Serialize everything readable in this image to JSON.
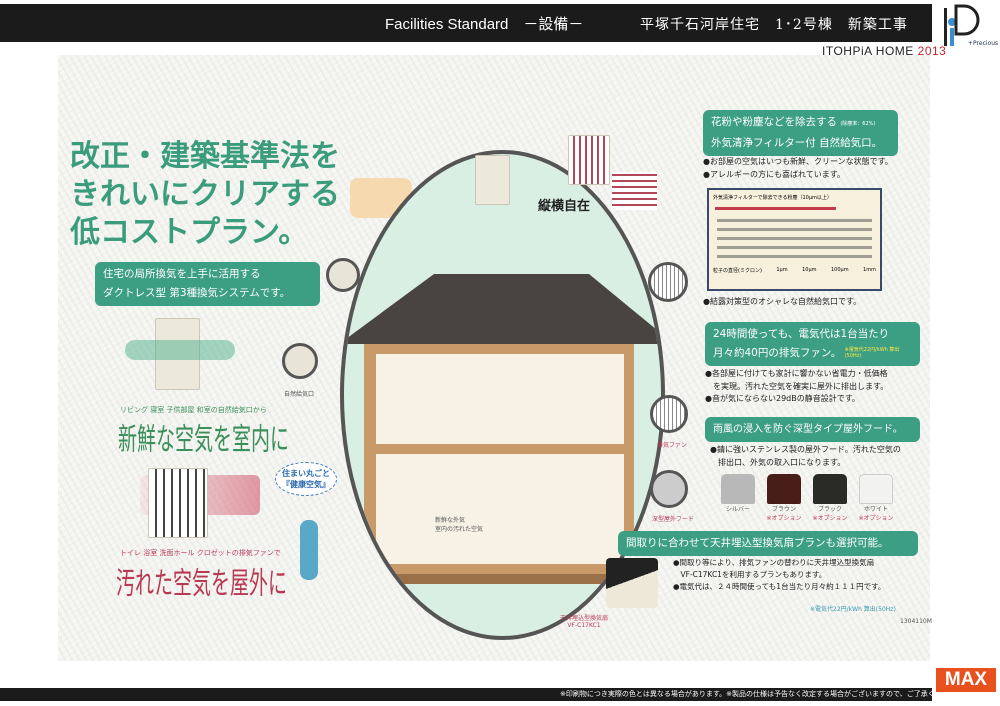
{
  "header": {
    "title": "Facilities Standard　－設備－",
    "project": "平塚千石河岸住宅　1･2号棟　新築工事",
    "brand": "ITOHPiA HOME",
    "year": "2013",
    "logo_text": "+Precious"
  },
  "headline": [
    "改正・建築基準法を",
    "きれいにクリアする",
    "低コストプラン。"
  ],
  "left": {
    "box": [
      "住宅の局所換気を上手に活用する",
      "ダクトレス型 第3種換気システムです。"
    ],
    "supply_tags": [
      "リビング",
      "寝室",
      "子供部屋",
      "和室"
    ],
    "supply_suffix": "の自然給気口から",
    "supply_slogan": "新鮮な空気を室内に",
    "exhaust_tags": [
      "トイレ",
      "浴室",
      "洗面ホール",
      "クロゼット"
    ],
    "exhaust_suffix": "の排気ファンで",
    "exhaust_slogan": "汚れた空気を屋外に",
    "bubble": [
      "住まい丸ごと",
      "『健康空気』"
    ],
    "inlet_label": "自然給気口"
  },
  "center": {
    "tate_yoko": "縦横自在",
    "fan_label": "排気ファン",
    "hood_label": "深型屋外フード",
    "ceiling_label": [
      "天井埋込型換気扇",
      "VF-C17KC1"
    ],
    "legend": [
      "新鮮な外気",
      "室内の汚れた空気"
    ]
  },
  "right": {
    "s1": {
      "title": [
        "花粉や粉塵などを除去する",
        "外気清浄フィルター付 自然給気口。"
      ],
      "note": "(除塵率：62%)",
      "bullets": [
        "●お部屋の空気はいつも新鮮、クリーンな状態です。",
        "●アレルギーの方にも喜ばれています。"
      ],
      "chart_title": "外気清浄フィルターで除去できる粉塵（10μm以上）",
      "axis": [
        "粒子の直径(ミクロン)",
        "1μm",
        "10μm",
        "100μm",
        "1mm"
      ],
      "after": "●結露対策型のオシャレな自然給気口です。"
    },
    "s2": {
      "title": [
        "24時間使っても、電気代は1台当たり",
        "月々約40円の排気ファン。"
      ],
      "note": "※電気代22円/kWh 算出(50Hz)",
      "bullets": [
        "●各部屋に付けても家計に響かない省電力・低価格",
        "　を実現。汚れた空気を確実に屋外に排出します。",
        "●音が気にならない29dBの静音設計です。"
      ]
    },
    "s3": {
      "title": "雨風の浸入を防ぐ深型タイプ屋外フード。",
      "bullets": [
        "●錆に強いステンレス製の屋外フード。汚れた空気の",
        "　排出口、外気の取入口になります。"
      ],
      "colors": [
        {
          "name": "シルバー",
          "option": "",
          "hex": "#b8b8b8"
        },
        {
          "name": "ブラウン",
          "option": "※オプション",
          "hex": "#4a1e18"
        },
        {
          "name": "ブラック",
          "option": "※オプション",
          "hex": "#2a2a26"
        },
        {
          "name": "ホワイト",
          "option": "※オプション",
          "hex": "#f2f2f0"
        }
      ]
    },
    "s4": {
      "title": "間取りに合わせて天井埋込型換気扇プランも選択可能。",
      "bullets": [
        "●間取り等により、排気ファンの替わりに天井埋込型換気扇",
        "　VF-C17KC1を利用するプランもあります。",
        "●電気代は、２４時間使っても1台当たり月々約１１１円です。"
      ],
      "note": "※電気代22円/kWh 算出(50Hz)",
      "code": "1304110M"
    }
  },
  "footer": {
    "disclaimer": "※印刷物につき実際の色とは異なる場合があります。※製品の仕様は予告なく改定する場合がございますので、ご了承ください。",
    "maker": "MAX"
  },
  "colors": {
    "accent_green": "#3c9e82",
    "exhaust_red": "#b83a52",
    "max_orange": "#e8501e"
  }
}
